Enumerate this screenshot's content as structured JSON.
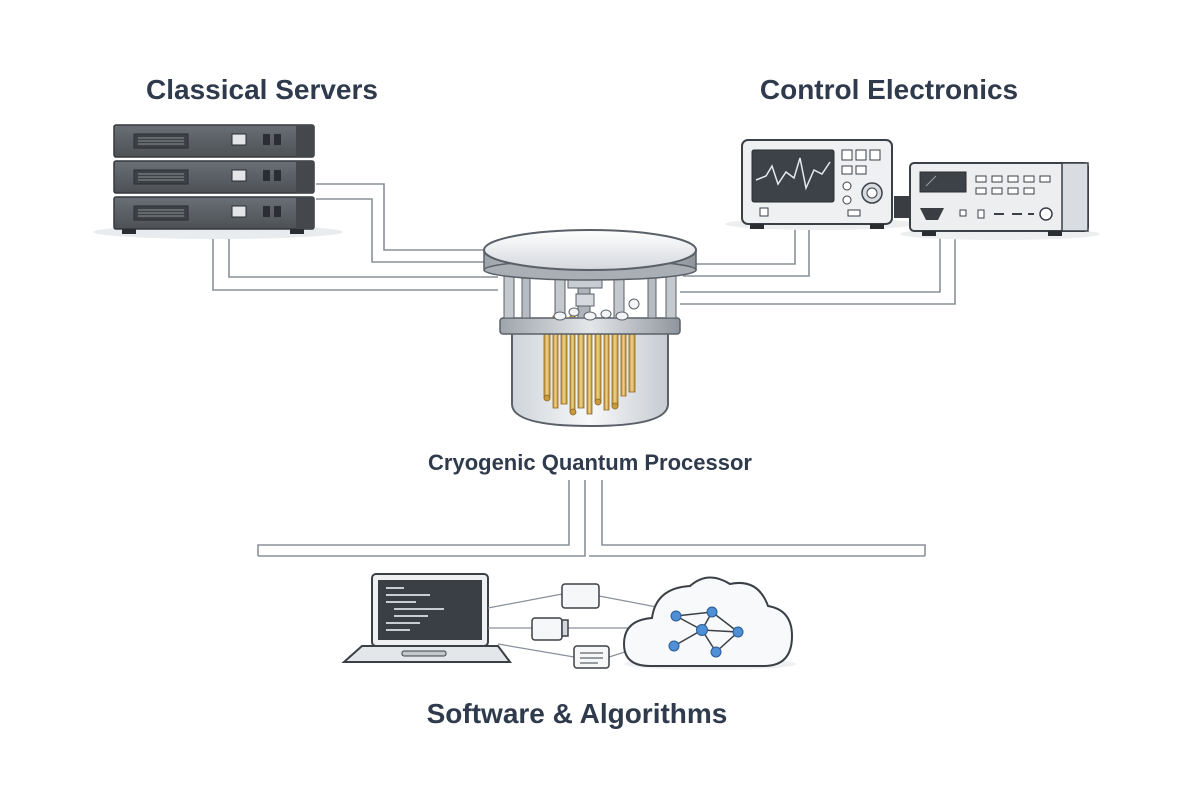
{
  "labels": {
    "classical_servers": "Classical Servers",
    "control_electronics": "Control Electronics",
    "cryogenic_processor": "Cryogenic Quantum Processor",
    "software_algorithms": "Software & Algorithms"
  },
  "colors": {
    "label_text": "#2f3b4c",
    "line": "#8a9099",
    "server_body": "#5d6268",
    "server_dark": "#3e4247",
    "instrument_body": "#eef0f2",
    "gold": "#d9b35a",
    "node_blue": "#4f8fd6"
  }
}
